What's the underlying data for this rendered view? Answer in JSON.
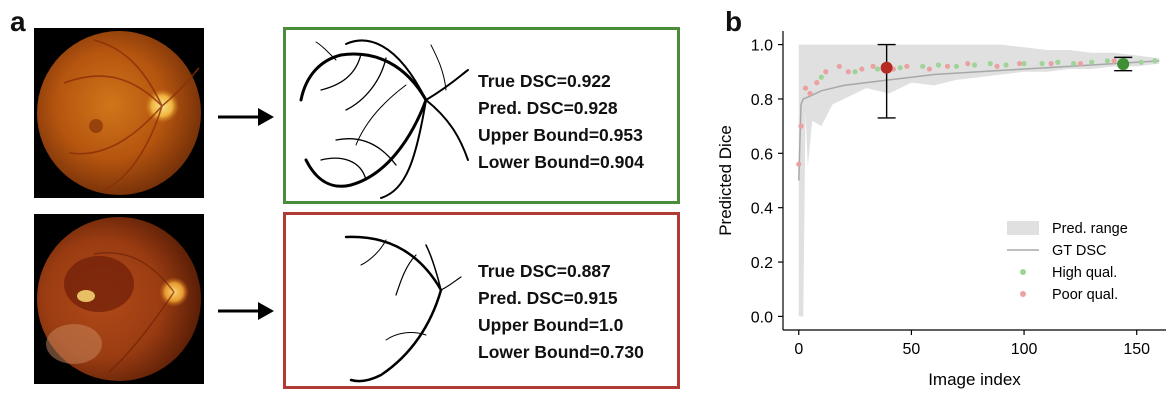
{
  "panels": {
    "a": "a",
    "b": "b"
  },
  "colors": {
    "good_frame": "#4a8c3a",
    "poor_frame": "#b03a34"
  },
  "top_example": {
    "lines": [
      "True DSC=0.922",
      "Pred. DSC=0.928",
      "Upper Bound=0.953",
      "Lower Bound=0.904"
    ]
  },
  "bottom_example": {
    "lines": [
      "True DSC=0.887",
      "Pred. DSC=0.915",
      "Upper Bound=1.0",
      "Lower Bound=0.730"
    ]
  },
  "chart_data": {
    "type": "scatter",
    "xlabel": "Image index",
    "ylabel": "Predicted Dice",
    "xlim": [
      -7,
      163
    ],
    "ylim": [
      -0.05,
      1.05
    ],
    "xticks": [
      0,
      50,
      100,
      150
    ],
    "yticks": [
      0.0,
      0.2,
      0.4,
      0.6,
      0.8,
      1.0
    ],
    "legend_position": "lower-right",
    "legend": [
      {
        "label": "Pred. range",
        "kind": "band",
        "color": "#e0e0e0"
      },
      {
        "label": "GT DSC",
        "kind": "line",
        "color": "#a8a8a8"
      },
      {
        "label": "High qual.",
        "kind": "dot",
        "color": "#9fd39a"
      },
      {
        "label": "Poor qual.",
        "kind": "dot",
        "color": "#eba1a1"
      }
    ],
    "pred_range": {
      "x": [
        0,
        1,
        2,
        3,
        4,
        6,
        10,
        15,
        20,
        30,
        40,
        50,
        60,
        70,
        80,
        90,
        100,
        110,
        120,
        130,
        140,
        150,
        160
      ],
      "lower": [
        0.0,
        0.0,
        0.0,
        0.75,
        0.55,
        0.72,
        0.7,
        0.78,
        0.8,
        0.84,
        0.82,
        0.86,
        0.85,
        0.87,
        0.88,
        0.89,
        0.9,
        0.9,
        0.91,
        0.91,
        0.92,
        0.92,
        0.93
      ],
      "upper": [
        1.0,
        1.0,
        1.0,
        1.0,
        1.0,
        1.0,
        1.0,
        1.0,
        1.0,
        1.0,
        1.0,
        1.0,
        1.0,
        1.0,
        1.0,
        1.0,
        0.99,
        0.98,
        0.98,
        0.97,
        0.97,
        0.96,
        0.95
      ]
    },
    "gt_dsc": {
      "x": [
        0,
        1,
        2,
        5,
        10,
        20,
        30,
        40,
        50,
        60,
        70,
        80,
        90,
        100,
        110,
        120,
        130,
        140,
        150,
        160
      ],
      "y": [
        0.5,
        0.78,
        0.8,
        0.81,
        0.83,
        0.85,
        0.86,
        0.87,
        0.88,
        0.89,
        0.895,
        0.9,
        0.905,
        0.91,
        0.915,
        0.92,
        0.925,
        0.93,
        0.935,
        0.94
      ]
    },
    "high_quality": {
      "x": [
        10,
        25,
        35,
        45,
        55,
        62,
        70,
        78,
        85,
        92,
        100,
        108,
        115,
        122,
        130,
        137,
        145,
        152,
        158
      ],
      "y": [
        0.88,
        0.9,
        0.91,
        0.915,
        0.92,
        0.925,
        0.92,
        0.925,
        0.93,
        0.925,
        0.93,
        0.93,
        0.935,
        0.93,
        0.935,
        0.94,
        0.94,
        0.935,
        0.94
      ]
    },
    "poor_quality": {
      "x": [
        0,
        1,
        3,
        5,
        8,
        12,
        18,
        22,
        28,
        33,
        42,
        48,
        58,
        66,
        75,
        88,
        98,
        112,
        125,
        140
      ],
      "y": [
        0.56,
        0.7,
        0.84,
        0.82,
        0.86,
        0.9,
        0.92,
        0.9,
        0.91,
        0.92,
        0.91,
        0.92,
        0.91,
        0.92,
        0.93,
        0.92,
        0.93,
        0.93,
        0.93,
        0.94
      ]
    },
    "highlighted": [
      {
        "x": 39,
        "y": 0.915,
        "lower": 0.73,
        "upper": 1.0,
        "color": "#b52a22"
      },
      {
        "x": 144,
        "y": 0.928,
        "lower": 0.904,
        "upper": 0.953,
        "color": "#3f8f35"
      }
    ]
  }
}
